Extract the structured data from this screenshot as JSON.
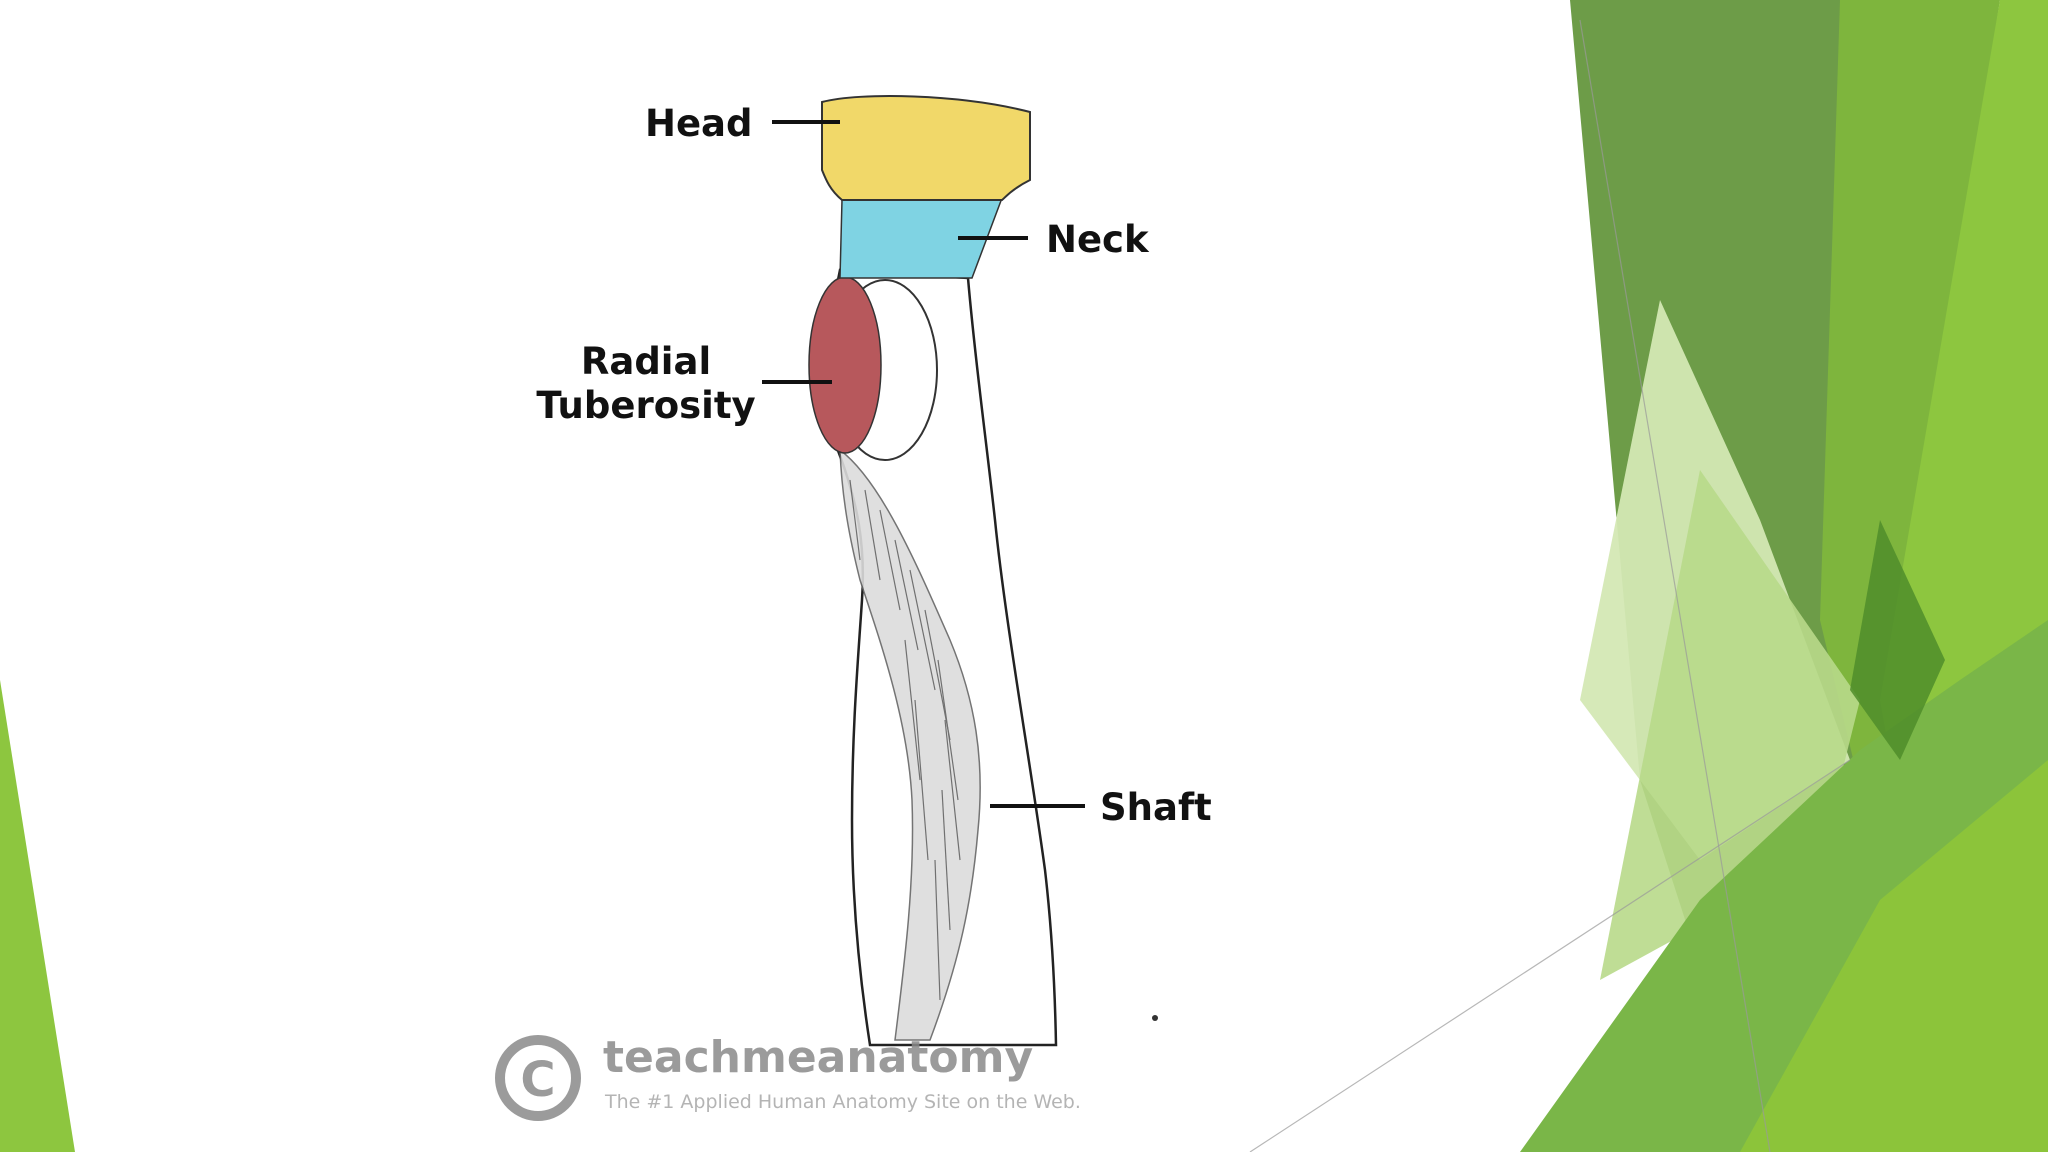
{
  "diagram": {
    "labels": {
      "head": "Head",
      "neck": "Neck",
      "radial_line1": "Radial",
      "radial_line2": "Tuberosity",
      "shaft": "Shaft"
    },
    "region_colors": {
      "head": "#f1d869",
      "neck": "#7fd3e3",
      "radial_tuberosity": "#b7585c"
    }
  },
  "watermark": {
    "symbol": "©",
    "brand": "teachmeanatomy",
    "tagline": "The #1 Applied Human Anatomy Site on the Web."
  },
  "theme": {
    "accent_green": "#8dc63f",
    "dark_green": "#5e9a35",
    "light_green": "#d4e8b4",
    "background": "#ffffff"
  }
}
